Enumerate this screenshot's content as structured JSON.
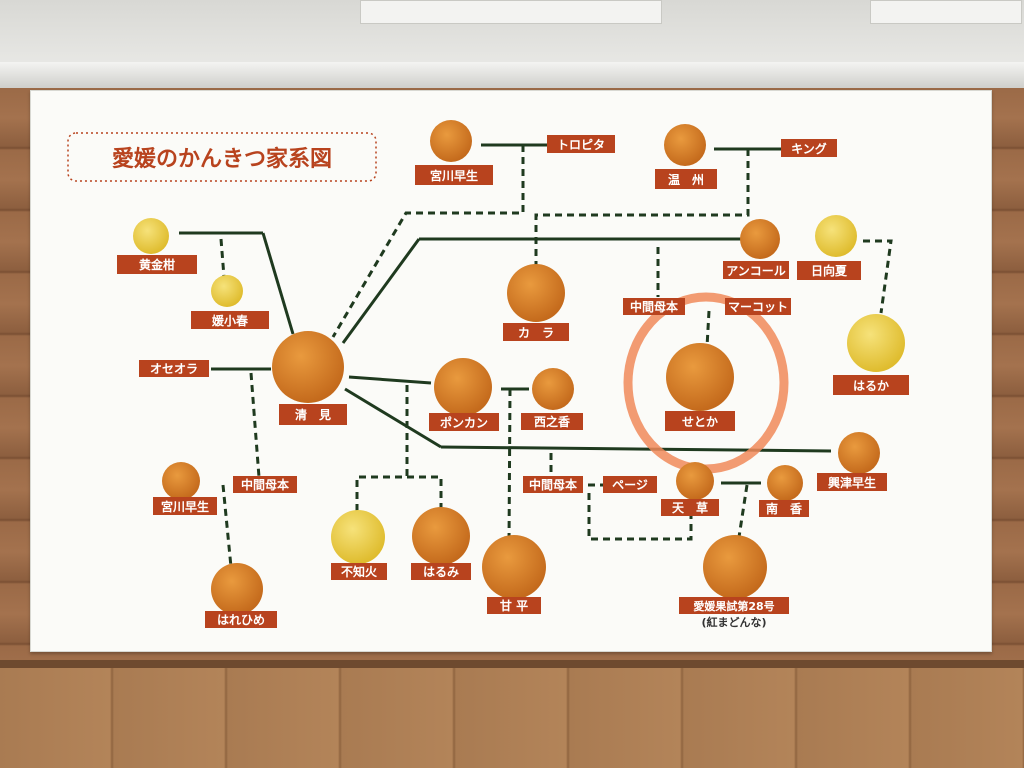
{
  "title": "愛媛のかんきつ家系図",
  "labels": {
    "miyagawa1": "宮川早生",
    "toropita": "トロピタ",
    "unshu": "温　州",
    "king": "キング",
    "kogankan": "黄金柑",
    "enkoshun": "媛小春",
    "ankoru": "アンコール",
    "hyuganatsu": "日向夏",
    "chukan1": "中間母本",
    "mercott": "マーコット",
    "kara": "カ　ラ",
    "osceola": "オセオラ",
    "kiyomi": "清　見",
    "ponkan": "ポンカン",
    "nishinoka": "西之香",
    "setoka": "せとか",
    "haruka": "はるか",
    "miyagawa2": "宮川早生",
    "chukan2": "中間母本",
    "chukan3": "中間母本",
    "page": "ページ",
    "okitsu": "興津早生",
    "tensou": "天　草",
    "nanko": "南　香",
    "shiranui": "不知火",
    "harumi": "はるみ",
    "kanpei": "甘 平",
    "harehime": "はれひめ",
    "ehime28": "愛媛果試第28号",
    "benimadonna": "(紅まどんな)"
  },
  "colors": {
    "label_bg": "#b8431e",
    "label_text": "#ffffff",
    "title_text": "#b8431e",
    "line": "#1f3a1f",
    "orange": "#d9852c",
    "yellow": "#ecd14a",
    "highlight": "#f08a5a"
  }
}
